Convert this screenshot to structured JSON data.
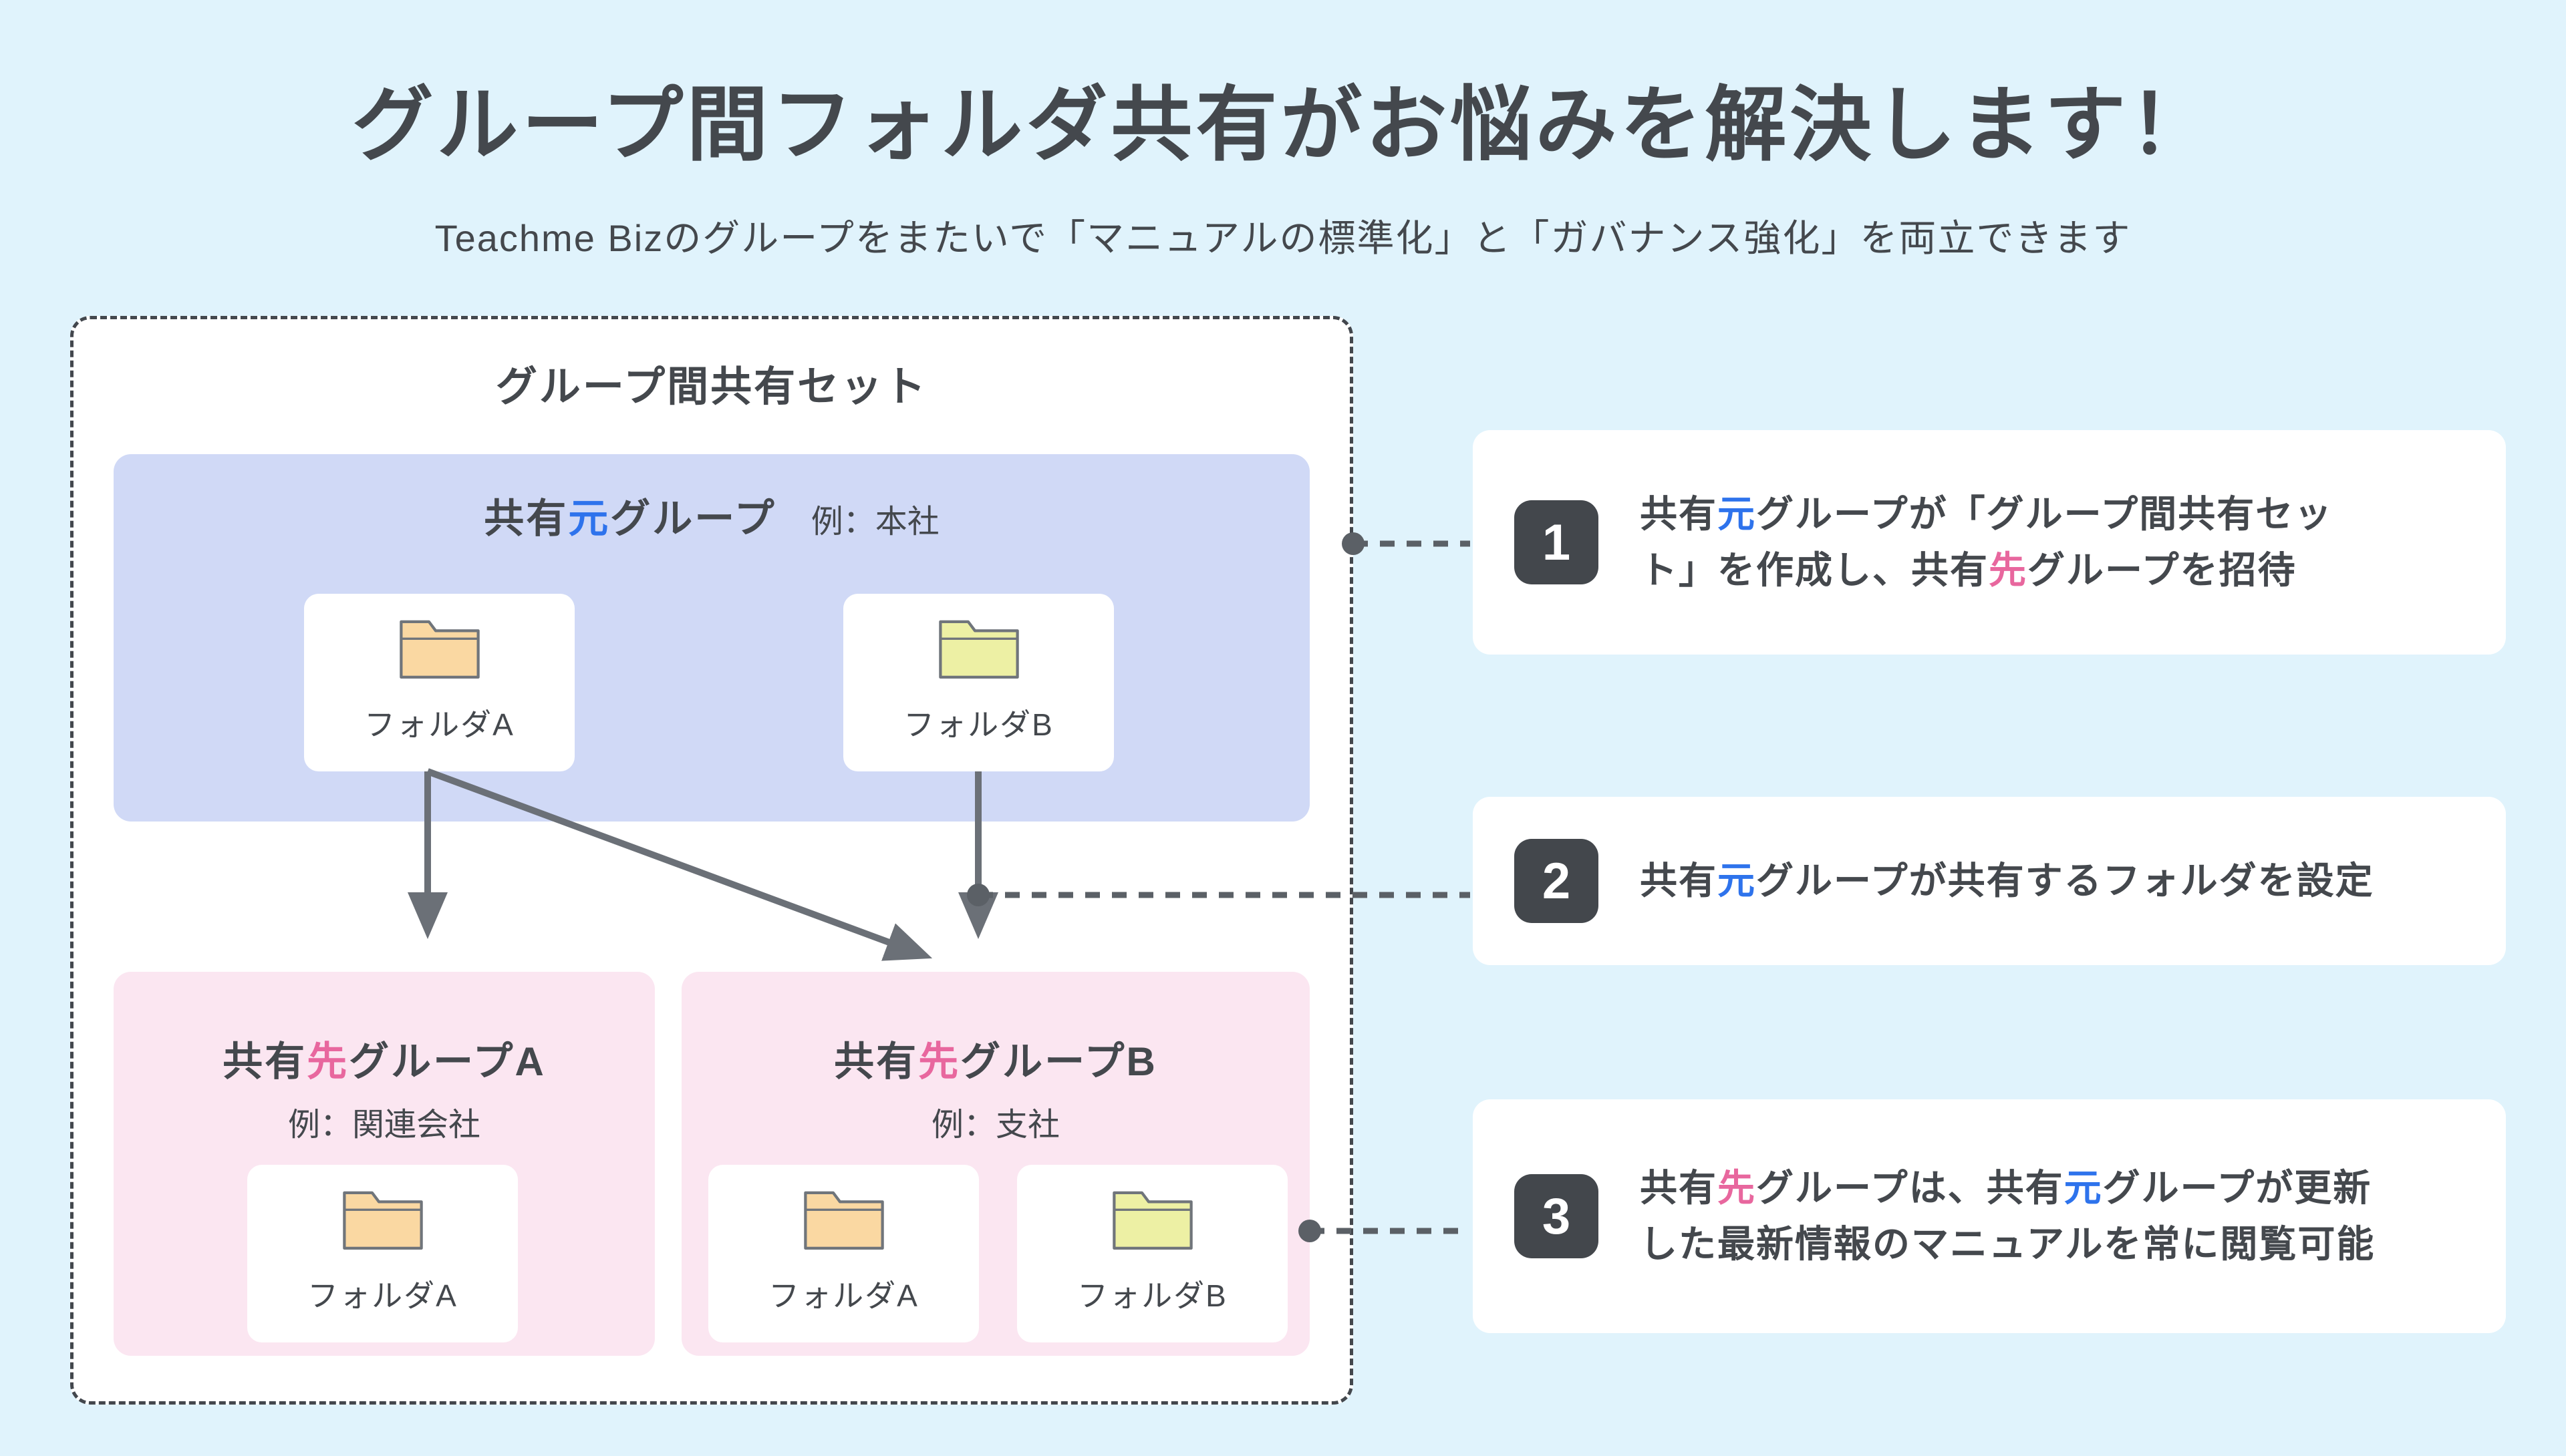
{
  "title": {
    "text": "グループ間フォルダ共有がお悩みを解決します！"
  },
  "subtitle": {
    "text": "Teachme Bizのグループをまたいで「マニュアルの標準化」と「ガバナンス強化」を両立できます"
  },
  "colors": {
    "page_bg": "#E0F3FC",
    "accent_blue": "#2E73EC",
    "accent_pink": "#E8679E",
    "text_dark": "#44484D",
    "source_group_bg": "#D0D9F6",
    "dest_group_bg": "#FBE6F1",
    "badge_bg": "#43474C",
    "arrow_gray": "#6B7077",
    "connector_gray": "#5B6066",
    "dashed_border": "#43474D",
    "folder_stroke": "#70757B"
  },
  "diagram": {
    "set_label": "グループ間共有セット",
    "source": {
      "name_runs": [
        {
          "t": "共有"
        },
        {
          "t": "元",
          "c": "accent_blue"
        },
        {
          "t": "グループ"
        }
      ],
      "example": "例：本社",
      "folders": [
        {
          "label": "フォルダA",
          "color_hex": "#FAD8A2"
        },
        {
          "label": "フォルダB",
          "color_hex": "#EDF0A4"
        }
      ]
    },
    "dest_a": {
      "name_runs": [
        {
          "t": "共有"
        },
        {
          "t": "先",
          "c": "accent_pink"
        },
        {
          "t": "グループA"
        }
      ],
      "example": "例：関連会社",
      "folders": [
        {
          "label": "フォルダA",
          "color_hex": "#FAD8A2"
        }
      ]
    },
    "dest_b": {
      "name_runs": [
        {
          "t": "共有"
        },
        {
          "t": "先",
          "c": "accent_pink"
        },
        {
          "t": "グループB"
        }
      ],
      "example": "例：支社",
      "folders": [
        {
          "label": "フォルダA",
          "color_hex": "#FAD8A2"
        },
        {
          "label": "フォルダB",
          "color_hex": "#EDF0A4"
        }
      ]
    }
  },
  "annotations": [
    {
      "number": "1",
      "runs": [
        {
          "t": "共有"
        },
        {
          "t": "元",
          "c": "accent_blue"
        },
        {
          "t": "グループが「グループ間共有セッ\nト」を作成し、共有"
        },
        {
          "t": "先",
          "c": "accent_pink"
        },
        {
          "t": "グループを招待"
        }
      ]
    },
    {
      "number": "2",
      "runs": [
        {
          "t": "共有"
        },
        {
          "t": "元",
          "c": "accent_blue"
        },
        {
          "t": "グループが共有するフォルダを設定"
        }
      ]
    },
    {
      "number": "3",
      "runs": [
        {
          "t": "共有"
        },
        {
          "t": "先",
          "c": "accent_pink"
        },
        {
          "t": "グループは、共有"
        },
        {
          "t": "元",
          "c": "accent_blue"
        },
        {
          "t": "グループが更新\nした最新情報のマニュアルを常に閲覧可能"
        }
      ]
    }
  ]
}
